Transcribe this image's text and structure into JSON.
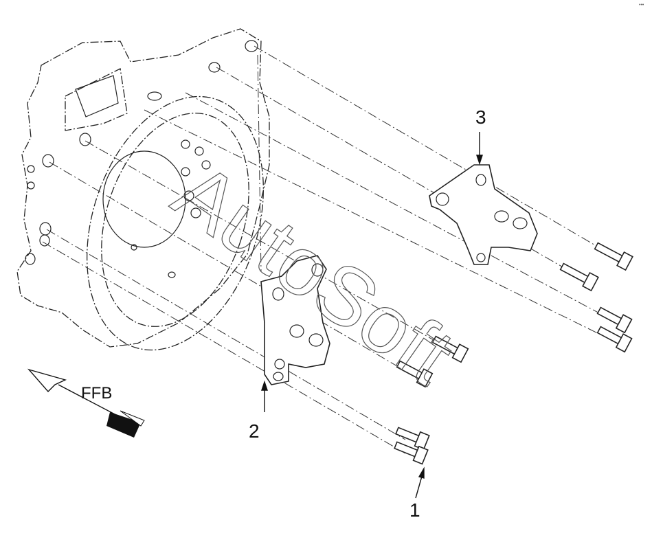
{
  "callouts": {
    "c1": "1",
    "c2": "2",
    "c3": "3"
  },
  "direction": {
    "label": "FFB"
  },
  "watermark": "AutoSoft",
  "corner_mark": "•••"
}
